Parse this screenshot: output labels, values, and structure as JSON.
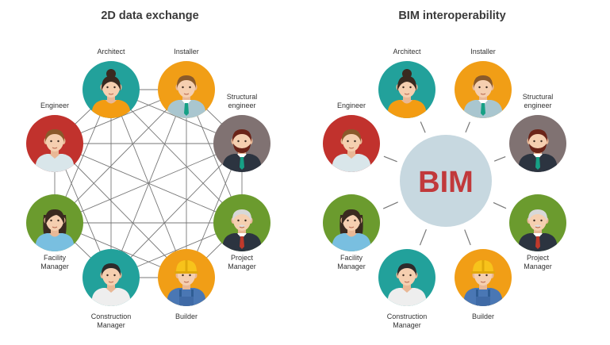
{
  "panels": {
    "left": {
      "title": "2D data exchange"
    },
    "right": {
      "title": "BIM interoperability",
      "hub_label": "BIM"
    }
  },
  "roles": [
    {
      "id": "architect",
      "lines": [
        "Architect"
      ],
      "color": "#22a19b",
      "hair": "#3a2a20",
      "skin": "#f5cfb0",
      "shirt": "#f39c12",
      "variant": "female-bun"
    },
    {
      "id": "installer",
      "lines": [
        "Installer"
      ],
      "color": "#f19e16",
      "hair": "#8a5a2b",
      "skin": "#f5cfb0",
      "shirt": "#a9c6cf",
      "variant": "male-tie"
    },
    {
      "id": "structural",
      "lines": [
        "Structural",
        "engineer"
      ],
      "color": "#807272",
      "hair": "#6b2418",
      "skin": "#f5cfb0",
      "shirt": "#2c3440",
      "variant": "male-beard"
    },
    {
      "id": "project",
      "lines": [
        "Project",
        "Manager"
      ],
      "color": "#6b9b2e",
      "hair": "#d8d8d8",
      "skin": "#f5cfb0",
      "shirt": "#2c3440",
      "variant": "male-old"
    },
    {
      "id": "builder",
      "lines": [
        "Builder"
      ],
      "color": "#f19e16",
      "hair": "#f7c31b",
      "skin": "#f5cfb0",
      "shirt": "#4a77b4",
      "variant": "builder"
    },
    {
      "id": "construction",
      "lines": [
        "Construction",
        "Manager"
      ],
      "color": "#22a19b",
      "hair": "#2d2b2b",
      "skin": "#f5cfb0",
      "shirt": "#eeeeee",
      "variant": "male-plain"
    },
    {
      "id": "facility",
      "lines": [
        "Facility",
        "Manager"
      ],
      "color": "#6b9b2e",
      "hair": "#3a2a20",
      "skin": "#f5cfb0",
      "shirt": "#79bfe0",
      "variant": "female-long"
    },
    {
      "id": "engineer",
      "lines": [
        "Engineer"
      ],
      "color": "#c1322d",
      "hair": "#8a5a2b",
      "skin": "#f5cfb0",
      "shirt": "#d9e6ea",
      "variant": "male-plain"
    }
  ],
  "colors": {
    "line": "#777777",
    "hub": "#c7d8e0",
    "hub_text": "#c1393b",
    "title": "#3a3a3a"
  }
}
